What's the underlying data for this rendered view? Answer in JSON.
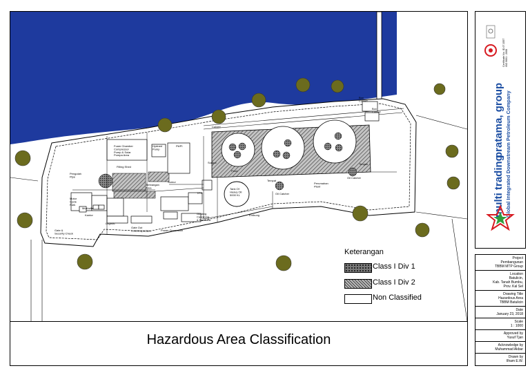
{
  "drawing": {
    "title": "Hazardous Area Classification",
    "labels": {
      "gate": "Gate &\nSecurity Check",
      "logistic": "Logistic",
      "gate_out": "Gate Out\nLoad Inspection",
      "power": "Power Generation",
      "gudang": "Gudang\nCangkang\n& Batubara",
      "ipal": "Pengolah\nPipe",
      "motor": "Motor\nCycle\nPark",
      "musholla": "Musholla",
      "kantor": "Kantor",
      "foam": "Foam Chamber\nCompressor\nPump & Solar\nPompa Area",
      "fill_shed": "Filling Shed",
      "hydrant": "Hydrant\nPump",
      "pit": "Pit/Pl",
      "tank": "Tank Of\nHeavy Oil\n5000 KL",
      "oil_catcher": "Oil Catcher",
      "oil_catcher2": "Oil Catcher",
      "box_culvert1": "Box\nCulvert",
      "box_culvert2": "Box\nCulvert",
      "culvert": "Culvert",
      "pond": "Pond",
      "embung": "Embung",
      "timbangan": "Timbangan\nArea",
      "sumur": "Sumur",
      "perumahan": "Perumahan\nPlant",
      "tengah": "Tengah",
      "tempat": "Tempat",
      "sungai": "Sungai",
      "tpsb3": "TPS"
    }
  },
  "legend": {
    "title": "Keterangan",
    "items": [
      {
        "label": "Class I Div 1",
        "style": "div1"
      },
      {
        "label": "Class I Div 2",
        "style": "div2"
      },
      {
        "label": "Non Classified",
        "style": "none"
      }
    ]
  },
  "company": {
    "name_part1": "multi trading ",
    "name_part2": "pratama, group",
    "tagline": "Global Integrated Downstream Petroleum Company",
    "cert": "Certificate No. ID.07.1557\nISO 9001 : 2008"
  },
  "info": [
    {
      "heading": "Project",
      "value": "Pembangunan\nTBBM MTP Group"
    },
    {
      "heading": "Location",
      "value": "Batulicin,\nKab. Tanah Bumbu,\nProv. Kal Sel"
    },
    {
      "heading": "Drawing Title",
      "value": "Hazardous Area\nTBBM Batulicin"
    },
    {
      "heading": "Date",
      "value": "January 23, 2018"
    },
    {
      "heading": "Scale",
      "value": "1 : 1000"
    },
    {
      "heading": "Approved by",
      "value": "Yusuf Tjan"
    },
    {
      "heading": "Acknowledge by",
      "value": "Muhammad Akbar"
    },
    {
      "heading": "Drawn by",
      "value": "Ilham E.W."
    }
  ],
  "colors": {
    "sea": "#1e3a9e",
    "tree": "#6b6b1e",
    "div1": "#7a7a7a",
    "div2": "#bdbdbd",
    "accent_red": "#d71920",
    "accent_blue": "#1d4fa3",
    "accent_green": "#2f9c3e"
  }
}
